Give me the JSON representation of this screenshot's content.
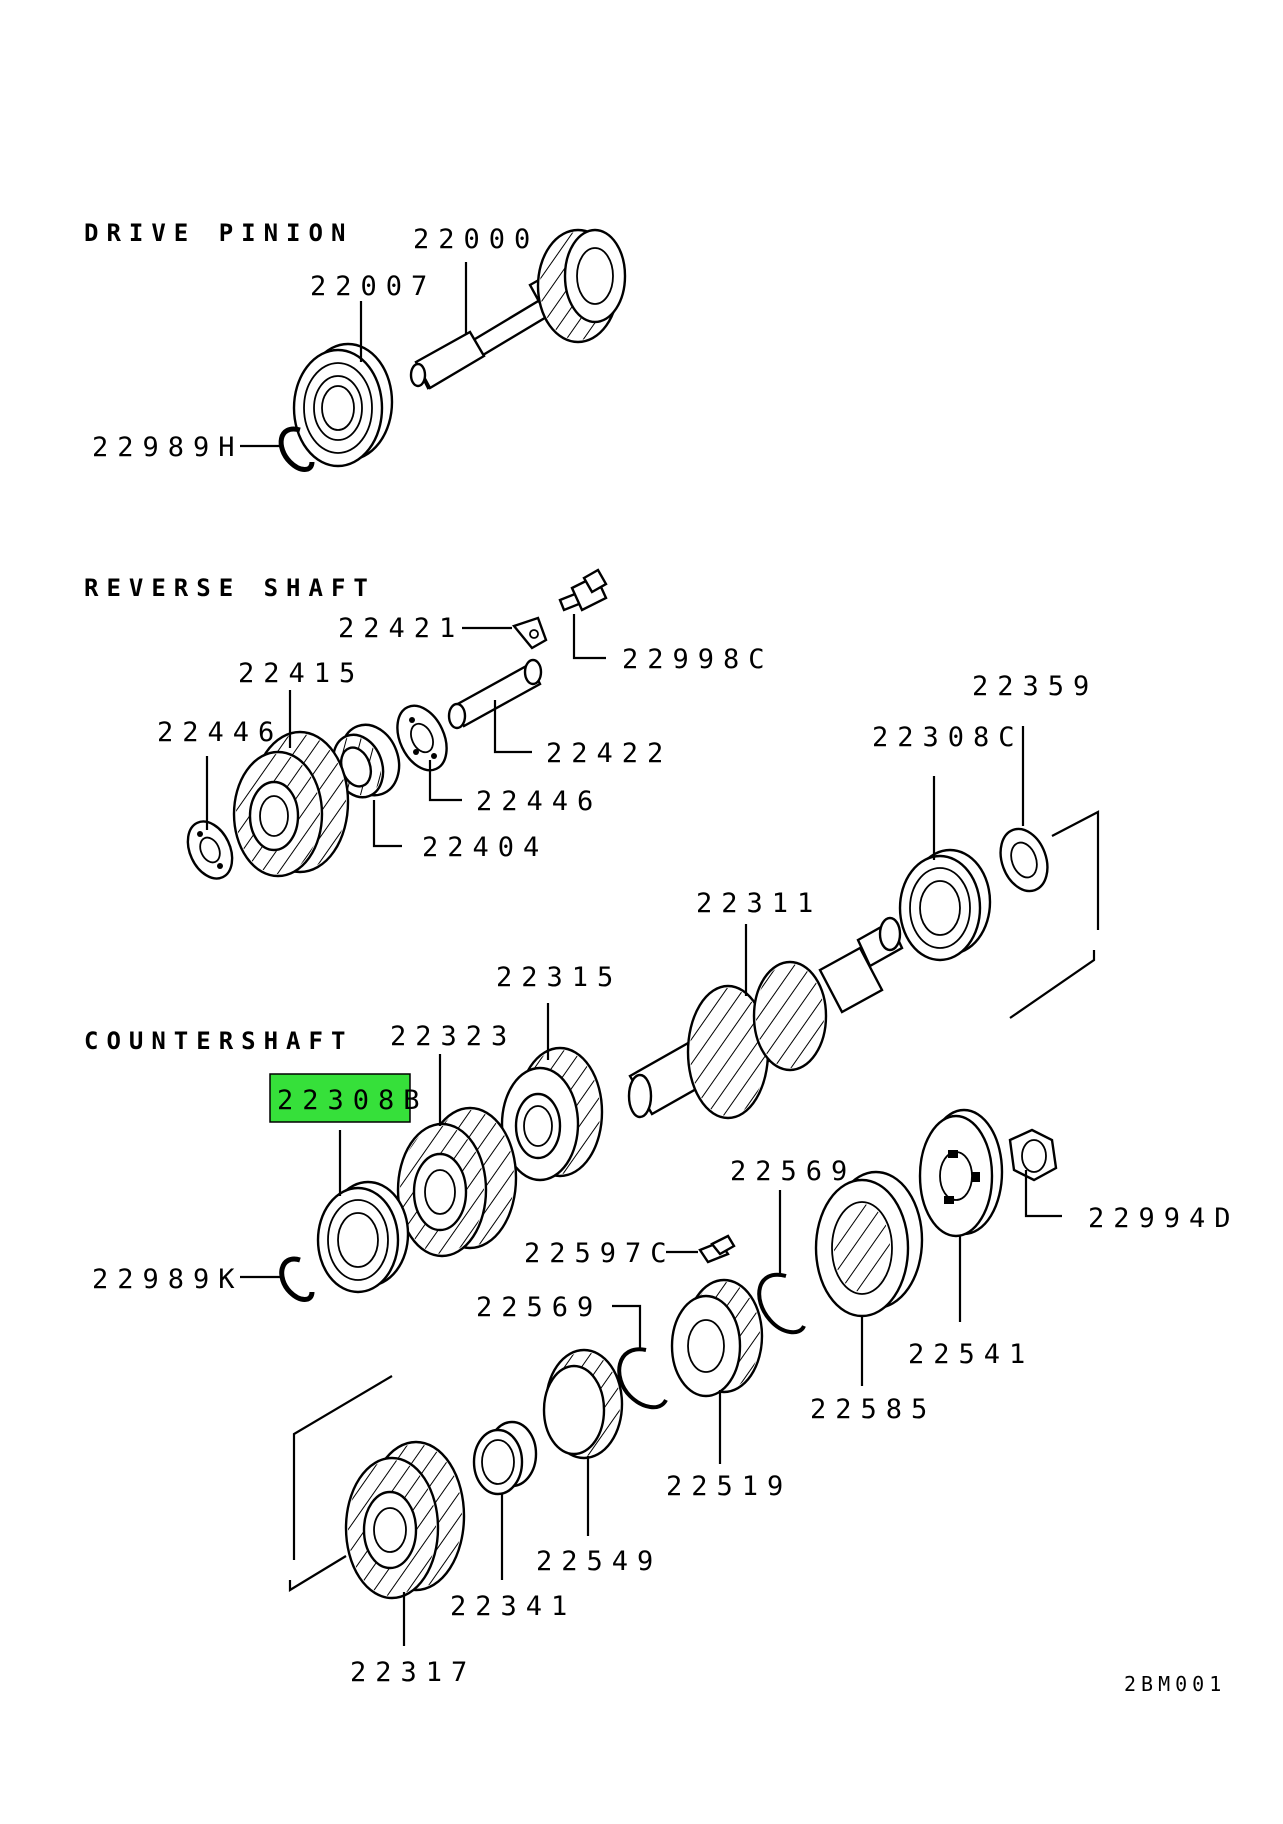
{
  "diagram": {
    "code": "2BM001",
    "highlight_color": "#36e03a",
    "sections": [
      {
        "id": "drive_pinion",
        "title": "DRIVE PINION"
      },
      {
        "id": "reverse_shaft",
        "title": "REVERSE SHAFT"
      },
      {
        "id": "countershaft",
        "title": "COUNTERSHAFT"
      }
    ],
    "parts": {
      "p22000": "22000",
      "p22007": "22007",
      "p22989H": "22989H",
      "p22421": "22421",
      "p22998C": "22998C",
      "p22415": "22415",
      "p22446a": "22446",
      "p22446b": "22446",
      "p22422": "22422",
      "p22404": "22404",
      "p22359": "22359",
      "p22308C": "22308C",
      "p22311": "22311",
      "p22315": "22315",
      "p22323": "22323",
      "p22308B": "22308B",
      "p22989K": "22989K",
      "p22569a": "22569",
      "p22994D": "22994D",
      "p22597C": "22597C",
      "p22569b": "22569",
      "p22541": "22541",
      "p22585": "22585",
      "p22519": "22519",
      "p22549": "22549",
      "p22341": "22341",
      "p22317": "22317"
    }
  }
}
